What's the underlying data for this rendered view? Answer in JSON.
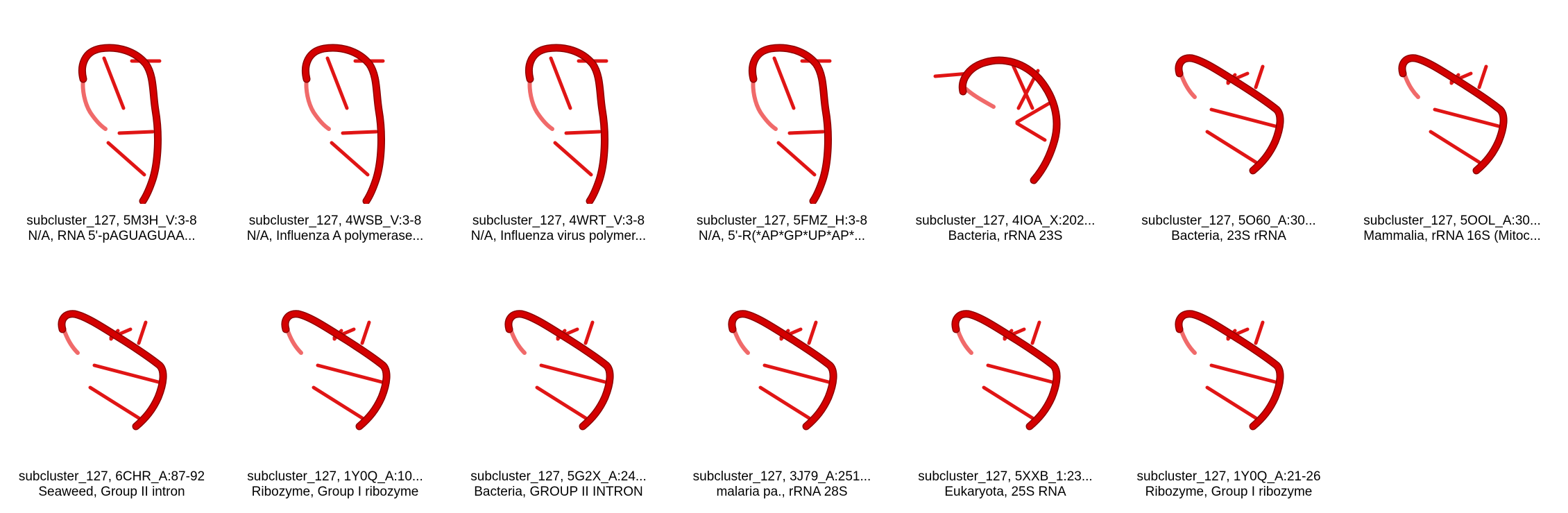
{
  "colors": {
    "backbone": "#d40000",
    "backbone_dark": "#8b0000",
    "base": "#e01515",
    "base_light": "#f06a6a"
  },
  "structures": [
    {
      "line1": "subcluster_127, 5M3H_V:3-8",
      "line2": "N/A, RNA 5'-pAGUAGUAA...",
      "shape": "hook"
    },
    {
      "line1": "subcluster_127, 4WSB_V:3-8",
      "line2": "N/A, Influenza A polymerase...",
      "shape": "hook"
    },
    {
      "line1": "subcluster_127, 4WRT_V:3-8",
      "line2": "N/A, Influenza virus polymer...",
      "shape": "hook"
    },
    {
      "line1": "subcluster_127, 5FMZ_H:3-8",
      "line2": "N/A, 5'-R(*AP*GP*UP*AP*...",
      "shape": "hook"
    },
    {
      "line1": "subcluster_127, 4IOA_X:202...",
      "line2": "Bacteria, rRNA 23S",
      "shape": "arc"
    },
    {
      "line1": "subcluster_127, 5O60_A:30...",
      "line2": "Bacteria, 23S rRNA",
      "shape": "fold"
    },
    {
      "line1": "subcluster_127, 5OOL_A:30...",
      "line2": "Mammalia, rRNA 16S (Mitoc...",
      "shape": "fold"
    },
    {
      "line1": "subcluster_127, 6CHR_A:87-92",
      "line2": "Seaweed, Group II intron",
      "shape": "fold"
    },
    {
      "line1": "subcluster_127, 1Y0Q_A:10...",
      "line2": "Ribozyme, Group I ribozyme",
      "shape": "fold"
    },
    {
      "line1": "subcluster_127, 5G2X_A:24...",
      "line2": "Bacteria, GROUP II INTRON",
      "shape": "fold"
    },
    {
      "line1": "subcluster_127, 3J79_A:251...",
      "line2": "malaria pa., rRNA 28S",
      "shape": "fold"
    },
    {
      "line1": "subcluster_127, 5XXB_1:23...",
      "line2": "Eukaryota, 25S RNA",
      "shape": "fold"
    },
    {
      "line1": "subcluster_127, 1Y0Q_A:21-26",
      "line2": "Ribozyme, Group I ribozyme",
      "shape": "fold"
    }
  ]
}
